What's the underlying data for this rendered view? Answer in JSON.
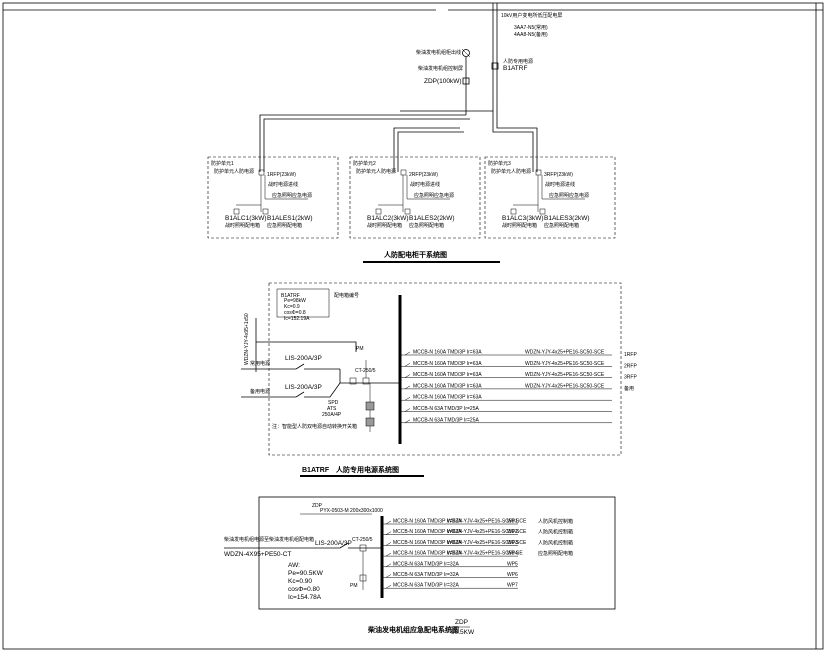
{
  "riser": {
    "supply_note": "10kV用户变电所低压配电屏",
    "cable1": "3AA7-N5(常用)",
    "cable2": "4AA8-N5(备用)",
    "switch_note": "柴油发电机组柜出线",
    "gen_panel_note": "柴油发电机组控制屏",
    "zdp_label": "ZDP(100kW)",
    "b1atrf_note": "人防专用电源",
    "b1atrf_label": "B1ATRF",
    "units": [
      {
        "title": "防护单元1",
        "feeder_note": "防护单元人防电源",
        "fp": "1RFP(23kW)",
        "lighting_note": "战时电源进线",
        "emergency_note": "应急照明应急电源",
        "acl": "B1ALC1(3kW)",
        "acl_note": "战时照明配电箱",
        "ales": "B1ALES1(2kW)",
        "ales_note": "应急照明配电箱"
      },
      {
        "title": "防护单元2",
        "feeder_note": "防护单元人防电源",
        "fp": "2RFP(23kW)",
        "lighting_note": "战时电源进线",
        "emergency_note": "应急照明应急电源",
        "acl": "B1ALC2(3kW)",
        "acl_note": "战时照明配电箱",
        "ales": "B1ALES2(2kW)",
        "ales_note": "应急照明配电箱"
      },
      {
        "title": "防护单元3",
        "feeder_note": "防护单元人防电源",
        "fp": "3RFP(23kW)",
        "lighting_note": "战时电源进线",
        "emergency_note": "应急照明应急电源",
        "acl": "B1ALC3(3kW)",
        "acl_note": "战时照明配电箱",
        "ales": "B1ALES3(2kW)",
        "ales_note": "应急照明配电箱"
      }
    ],
    "caption": "人防配电柜干系统图"
  },
  "atrf": {
    "top_box_label": "B1ATRF",
    "top_box_note": "配电箱编号",
    "calc": [
      "Pe=98kW",
      "Kc=0.9",
      "cosΦ=0.8",
      "Ic=152.19A"
    ],
    "incoming_cable": "WDZN-YJY-4x95+1x50",
    "normal_label": "常用电源",
    "backup_label": "备用电源",
    "switch1": "LIS-200A/3P",
    "switch2": "LIS-200A/3P",
    "ats_label": "ATS",
    "ats_rating": "250A/4P",
    "ct_label": "CT-250/5",
    "meter_label": "PM",
    "spd_label": "SPD",
    "note": "注：智能型人防双电源自动转换开关箱",
    "circuits": [
      {
        "breaker": "MCCB-N 160A TMD/3P Ir=63A",
        "cable": "WDZN-YJY-4x25+PE16-SC50-SCE",
        "dest": "1RFP"
      },
      {
        "breaker": "MCCB-N 160A TMD/3P Ir=63A",
        "cable": "WDZN-YJY-4x25+PE16-SC50-SCE",
        "dest": "2RFP"
      },
      {
        "breaker": "MCCB-N 160A TMD/3P Ir=63A",
        "cable": "WDZN-YJY-4x25+PE16-SC50-SCE",
        "dest": "3RFP"
      },
      {
        "breaker": "MCCB-N 160A TMD/3P Ir=63A",
        "cable": "WDZN-YJY-4x25+PE16-SC50-SCE",
        "dest": "备用"
      },
      {
        "breaker": "MCCB-N 160A TMD/3P Ir=63A",
        "cable": "",
        "dest": ""
      },
      {
        "breaker": "MCCB-N 63A TMD/3P Ir=25A",
        "cable": "",
        "dest": ""
      },
      {
        "breaker": "MCCB-N 63A TMD/3P Ir=25A",
        "cable": "",
        "dest": ""
      }
    ],
    "caption_code": "B1ATRF",
    "caption_text": "人防专用电源系统图"
  },
  "zdp": {
    "box_code": "ZDP",
    "box_rating": "90.5kW",
    "header_note": "PYX-0503-M 200x300x1000",
    "incoming_note": "柴油发电机组电源至柴油发电机组配电箱",
    "incoming_cable": "WDZN-4X95+PE50-CT",
    "switch": "LIS-200A/3P",
    "ct_label": "CT-250/5",
    "meter_label": "PM",
    "calc_title": "AW:",
    "calc": [
      "Pe=90.5KW",
      "Kc=0.90",
      "cosΦ=0.80",
      "Ic=154.78A"
    ],
    "circuits": [
      {
        "breaker": "MCCB-N 160A TMD/3P Ir=63A",
        "cable": "WDZN-YJV-4x25+PE16-SC50-SCE",
        "code": "WP1",
        "dest": "人防风机控制箱"
      },
      {
        "breaker": "MCCB-N 160A TMD/3P Ir=63A",
        "cable": "WDZN-YJV-4x25+PE16-SC50-SCE",
        "code": "WP2",
        "dest": "人防风机控制箱"
      },
      {
        "breaker": "MCCB-N 160A TMD/3P Ir=63A",
        "cable": "WDZN-YJV-4x25+PE16-SC50-SCE",
        "code": "WP3",
        "dest": "人防风机控制箱"
      },
      {
        "breaker": "MCCB-N 160A TMD/3P Ir=63A",
        "cable": "WDZN-YJV-4x25+PE16-SC50-SE",
        "code": "WP4",
        "dest": "应急照明配电箱"
      },
      {
        "breaker": "MCCB-N 63A TMD/3P Ir=32A",
        "cable": "",
        "code": "WP5",
        "dest": ""
      },
      {
        "breaker": "MCCB-N 63A TMD/3P Ir=32A",
        "cable": "",
        "code": "WP6",
        "dest": ""
      },
      {
        "breaker": "MCCB-N 63A TMD/3P Ir=32A",
        "cable": "",
        "code": "WP7",
        "dest": ""
      }
    ],
    "caption": "柴油发电机组应急配电系统图",
    "caption_code": "ZDP",
    "caption_rating": "90.5KW"
  }
}
